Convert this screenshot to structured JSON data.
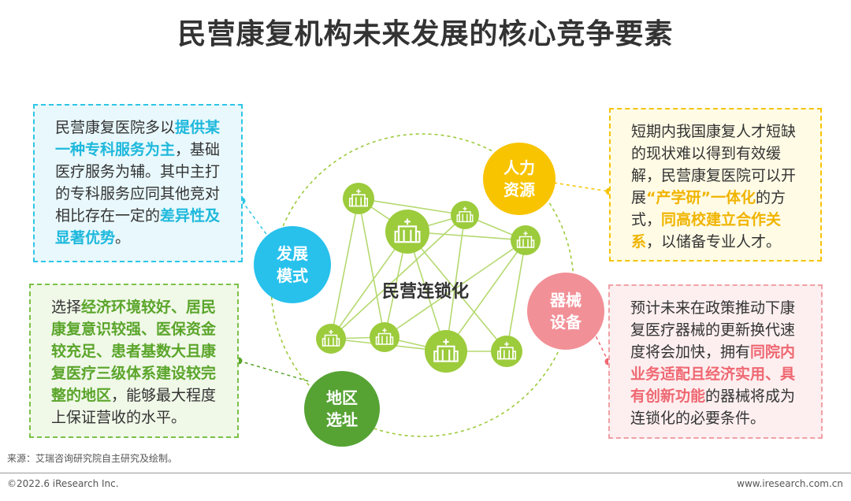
{
  "title": "民营康复机构未来发展的核心竞争要素",
  "center": {
    "label": "民营连锁化"
  },
  "nodes": [
    {
      "id": "development-mode",
      "label": "发展\n模式",
      "color": "#27c1ec"
    },
    {
      "id": "human-resources",
      "label": "人力\n资源",
      "color": "#f8c400"
    },
    {
      "id": "equipment",
      "label": "器械\n设备",
      "color": "#f29097"
    },
    {
      "id": "location",
      "label": "地区\n选址",
      "color": "#56a334"
    }
  ],
  "boxes": {
    "development": [
      {
        "t": "民营康复医院多以",
        "hl": false
      },
      {
        "t": "提供某一种专科服务为主",
        "hl": true
      },
      {
        "t": "，基础医疗服务为辅。其中主打的专科服务应同其他竞对相比存在一定的",
        "hl": false
      },
      {
        "t": "差异性及显著优势",
        "hl": true
      },
      {
        "t": "。",
        "hl": false
      }
    ],
    "location": [
      {
        "t": "选择",
        "hl": false
      },
      {
        "t": "经济环境较好、居民康复意识较强、医保资金较充足、患者基数大且康复医疗三级体系建设较完整的地区",
        "hl": true
      },
      {
        "t": "，能够最大程度上保证营收的水平。",
        "hl": false
      }
    ],
    "human": [
      {
        "t": "短期内我国康复人才短缺的现状难以得到有效缓解，民营康复医院可以开展",
        "hl": false
      },
      {
        "t": "“产学研”一体化",
        "hl": true
      },
      {
        "t": "的方式，",
        "hl": false
      },
      {
        "t": "同高校建立合作关系",
        "hl": true
      },
      {
        "t": "，以储备专业人才。",
        "hl": false
      }
    ],
    "equipment": [
      {
        "t": "预计未来在政策推动下康复医疗器械的更新换代速度将会加快，拥有",
        "hl": false
      },
      {
        "t": "同院内业务适配且经济实用、具有创新功能",
        "hl": true
      },
      {
        "t": "的器械将成为连锁化的必要条件。",
        "hl": false
      }
    ]
  },
  "source": "来源：艾瑞咨询研究院自主研究及绘制。",
  "footer": {
    "left": "©2022.6 iResearch Inc.",
    "right": "www.iresearch.com.cn"
  },
  "colors": {
    "blue": "#27c1ec",
    "yellow": "#f8c400",
    "pink": "#f29097",
    "green": "#56a334",
    "node_green": "#9ccb3c",
    "edge": "#b5d96f"
  }
}
